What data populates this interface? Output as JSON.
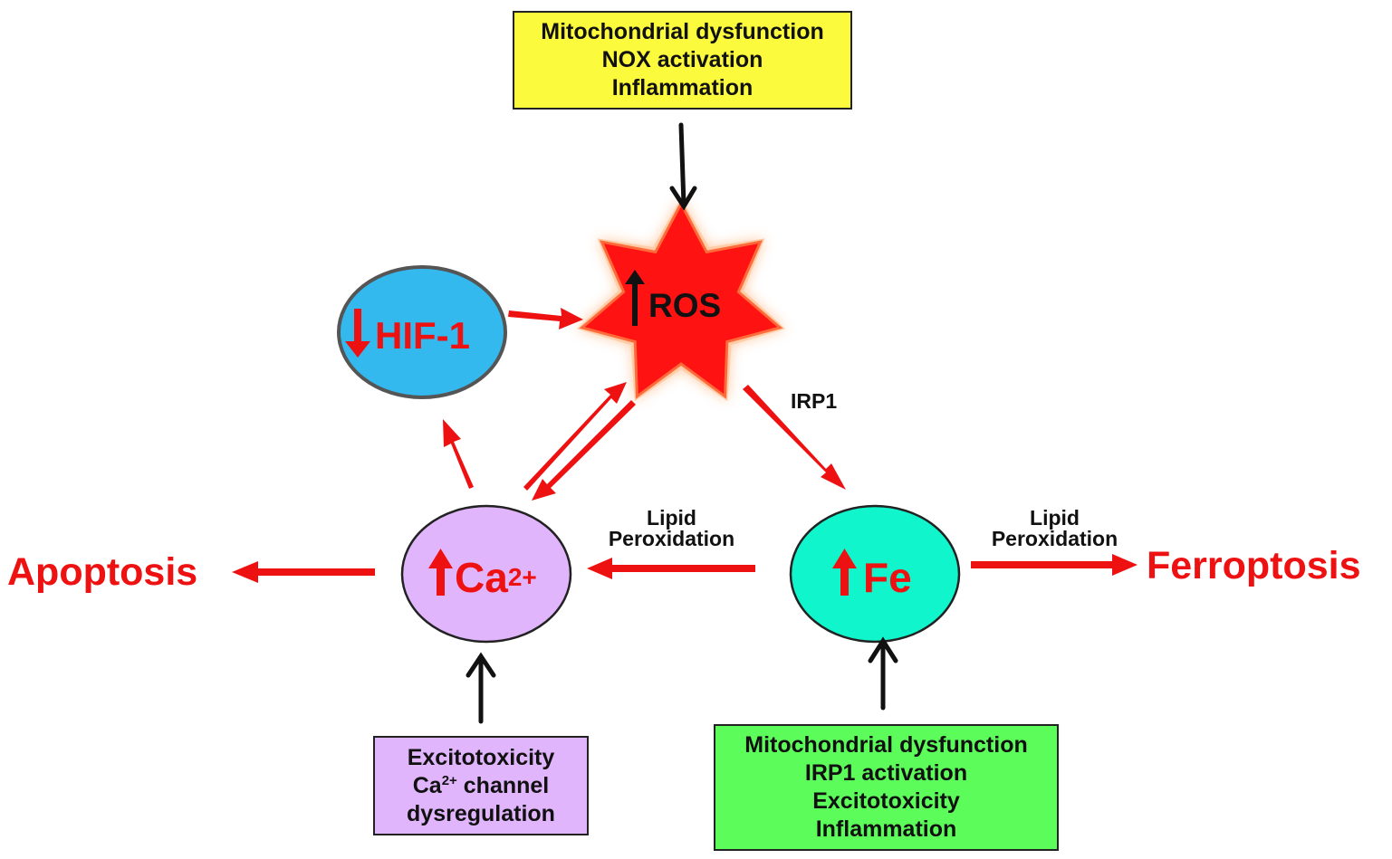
{
  "boxes": {
    "top": {
      "lines": [
        "Mitochondrial dysfunction",
        "NOX activation",
        "Inflammation"
      ],
      "color": "#fbfa3c"
    },
    "calcium_causes": {
      "line1": "Excitotoxicity",
      "line2_pre": "Ca",
      "line2_sup": "2+",
      "line2_post": " channel",
      "line3": "dysregulation",
      "color": "#e1b5fc"
    },
    "iron_causes": {
      "lines": [
        "Mitochondrial dysfunction",
        "IRP1 activation",
        "Excitotoxicity",
        "Inflammation"
      ],
      "color": "#5cfc5a"
    }
  },
  "nodes": {
    "ros": {
      "label": "ROS",
      "color": "#ff1212"
    },
    "hif": {
      "label": "HIF-1",
      "color": "#33b9ee"
    },
    "ca": {
      "label": "Ca",
      "sup": "2+",
      "color": "#e1b5fc"
    },
    "fe": {
      "label": "Fe",
      "color": "#11f5cd"
    }
  },
  "labels": {
    "apoptosis": "Apoptosis",
    "ferroptosis": "Ferroptosis",
    "irp1": "IRP1",
    "lipid_left": [
      "Lipid",
      "Peroxidation"
    ],
    "lipid_right": [
      "Lipid",
      "Peroxidation"
    ]
  },
  "colors": {
    "arrow_red": "#ee1111",
    "arrow_black": "#111111",
    "text_red": "#ee1111"
  }
}
